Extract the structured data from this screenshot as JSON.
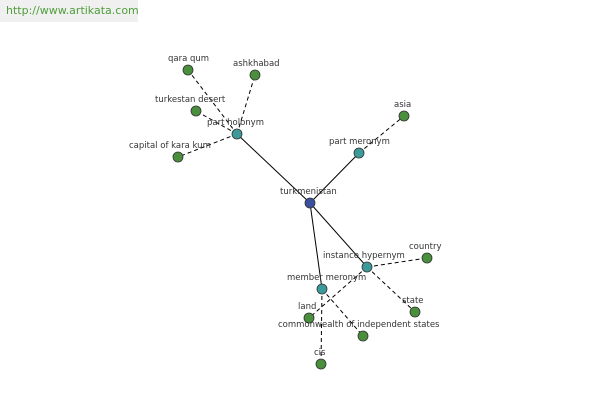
{
  "watermark": {
    "text": "http://www.artikata.com"
  },
  "colors": {
    "center_node": "#3a4f9e",
    "relation_node": "#3d9a9a",
    "leaf_node": "#4a8f3c"
  },
  "nodes": [
    {
      "id": "turkmenistan",
      "label": "turkmenistan",
      "kind": "center"
    },
    {
      "id": "part-holonym",
      "label": "part holonym",
      "kind": "relation"
    },
    {
      "id": "part-meronym",
      "label": "part meronym",
      "kind": "relation"
    },
    {
      "id": "instance-hypernym",
      "label": "instance hypernym",
      "kind": "relation"
    },
    {
      "id": "member-meronym",
      "label": "member meronym",
      "kind": "relation"
    },
    {
      "id": "qara-qum",
      "label": "qara qum",
      "kind": "leaf"
    },
    {
      "id": "ashkhabad",
      "label": "ashkhabad",
      "kind": "leaf"
    },
    {
      "id": "turkestan-desert",
      "label": "turkestan desert",
      "kind": "leaf"
    },
    {
      "id": "capital-of-kara-kum",
      "label": "capital of kara kum",
      "kind": "leaf"
    },
    {
      "id": "asia",
      "label": "asia",
      "kind": "leaf"
    },
    {
      "id": "country",
      "label": "country",
      "kind": "leaf"
    },
    {
      "id": "state",
      "label": "state",
      "kind": "leaf"
    },
    {
      "id": "land",
      "label": "land",
      "kind": "leaf"
    },
    {
      "id": "commonwealth-of-independent-states",
      "label": "commonwealth of independent states",
      "kind": "leaf"
    },
    {
      "id": "cis",
      "label": "cis",
      "kind": "leaf"
    }
  ],
  "edges": [
    {
      "from": "turkmenistan",
      "to": "part-holonym",
      "style": "solid"
    },
    {
      "from": "turkmenistan",
      "to": "part-meronym",
      "style": "solid"
    },
    {
      "from": "turkmenistan",
      "to": "instance-hypernym",
      "style": "solid"
    },
    {
      "from": "turkmenistan",
      "to": "member-meronym",
      "style": "solid"
    },
    {
      "from": "part-holonym",
      "to": "qara-qum",
      "style": "dashed"
    },
    {
      "from": "part-holonym",
      "to": "ashkhabad",
      "style": "dashed"
    },
    {
      "from": "part-holonym",
      "to": "turkestan-desert",
      "style": "dashed"
    },
    {
      "from": "part-holonym",
      "to": "capital-of-kara-kum",
      "style": "dashed"
    },
    {
      "from": "part-meronym",
      "to": "asia",
      "style": "dashed"
    },
    {
      "from": "instance-hypernym",
      "to": "country",
      "style": "dashed"
    },
    {
      "from": "instance-hypernym",
      "to": "state",
      "style": "dashed"
    },
    {
      "from": "instance-hypernym",
      "to": "land",
      "style": "dashed"
    },
    {
      "from": "member-meronym",
      "to": "commonwealth-of-independent-states",
      "style": "dashed"
    },
    {
      "from": "member-meronym",
      "to": "cis",
      "style": "dashed"
    }
  ]
}
